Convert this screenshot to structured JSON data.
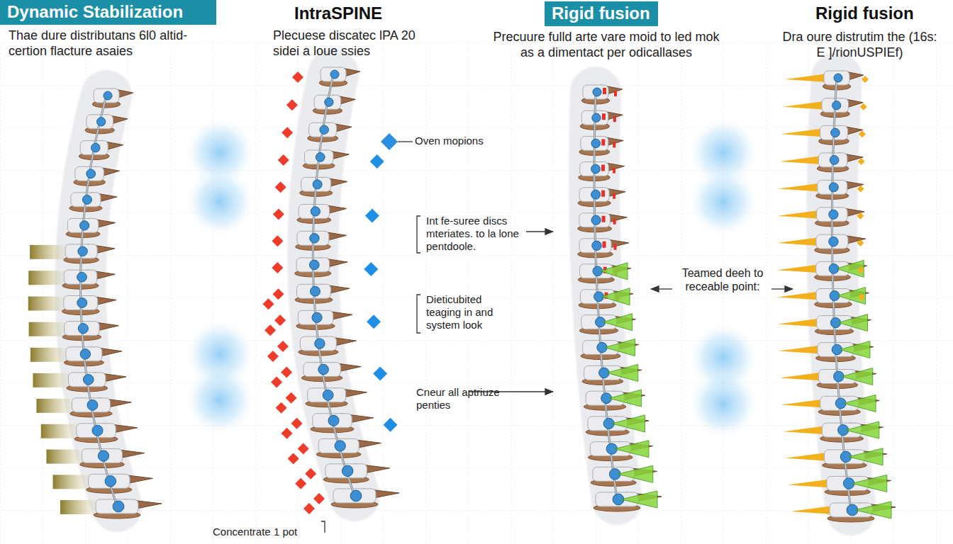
{
  "diagram": {
    "nodes": [
      {
        "text": [
          "Dynamic Stabilization"
        ]
      },
      {
        "text": [
          "Rigid fusion"
        ]
      }
    ],
    "labels": [
      "Thae dure distributans 6l0 altid- certion flacture asaies",
      "IntraSPINE",
      "Plecuese discatec lPA 20 sidei a loue ssies",
      "Precuure fulld arte vare moid to led mok as a dimentact per odicallases",
      "Rigid fusion",
      "Dra oure distrutim the (16s: E ]/rionUSPIEf)",
      "Oven mopions",
      "Int fe-suree discs mteriates. to la lone pentdoole.",
      "Dieticubited teaging in and system look",
      "Cneur all aptriuze penties",
      "Teamed deeh to receable point:",
      "Concentrate 1 pot"
    ]
  }
}
